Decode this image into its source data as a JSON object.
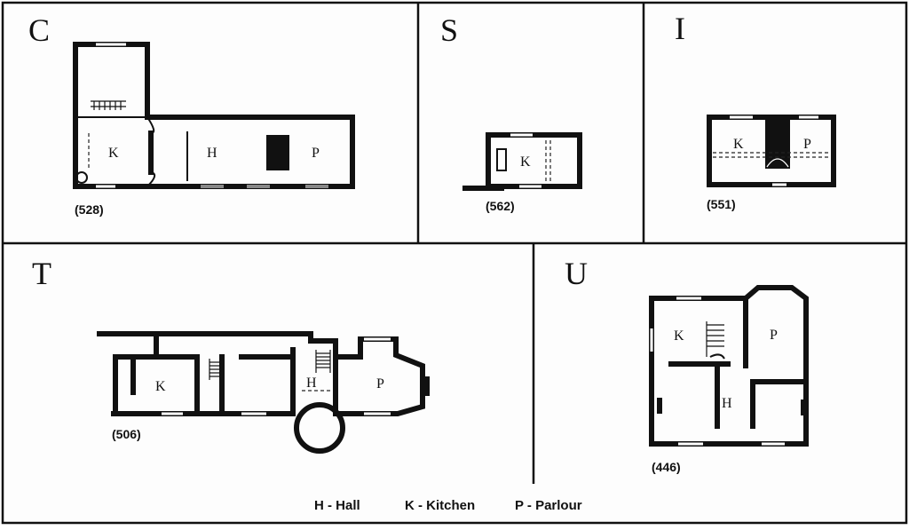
{
  "plans": {
    "c": {
      "letter": "C",
      "ref": "(528)",
      "rooms": [
        "K",
        "H",
        "P"
      ]
    },
    "s": {
      "letter": "S",
      "ref": "(562)",
      "rooms": [
        "K"
      ]
    },
    "i": {
      "letter": "I",
      "ref": "(551)",
      "rooms": [
        "K",
        "P"
      ]
    },
    "t": {
      "letter": "T",
      "ref": "(506)",
      "rooms": [
        "K",
        "H",
        "P"
      ]
    },
    "u": {
      "letter": "U",
      "ref": "(446)",
      "rooms": [
        "K",
        "P",
        "H"
      ]
    }
  },
  "legend": {
    "hall": "H - Hall",
    "kitchen": "K - Kitchen",
    "parlour": "P - Parlour"
  }
}
